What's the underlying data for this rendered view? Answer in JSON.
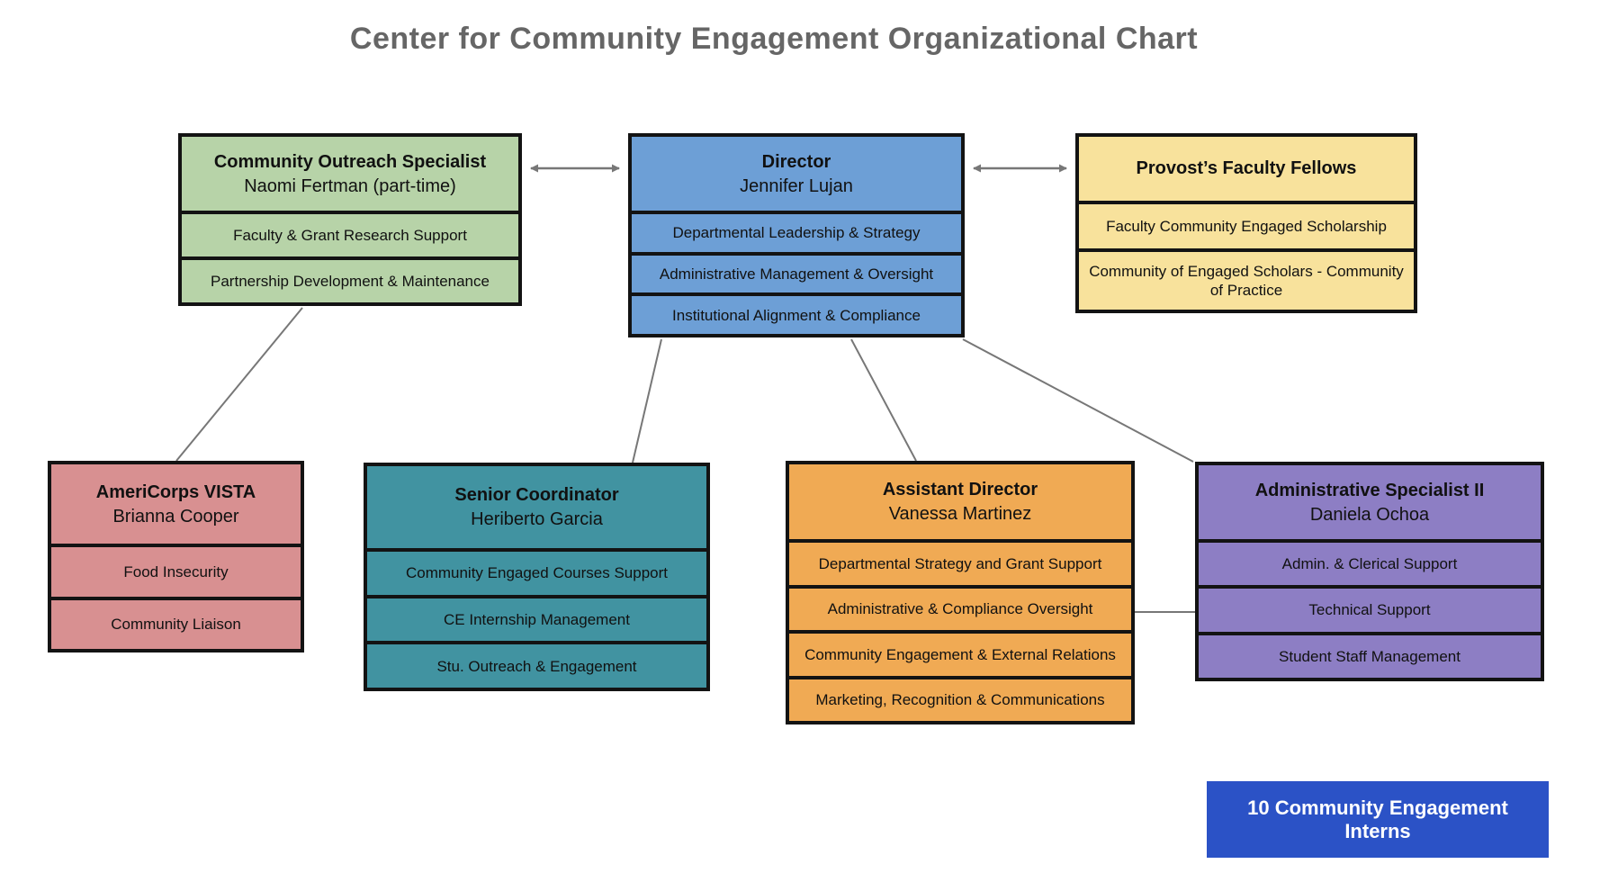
{
  "title": "Center for Community Engagement Organizational Chart",
  "title_color": "#666666",
  "connector_color": "#777777",
  "boxes": [
    {
      "id": "community-outreach-specialist",
      "role": "Community Outreach Specialist",
      "person": "Naomi Fertman (part-time)",
      "color": "#b7d3a8",
      "items": [
        "Faculty & Grant Research Support",
        "Partnership Development & Maintenance"
      ]
    },
    {
      "id": "director",
      "role": "Director",
      "person": "Jennifer Lujan",
      "color": "#6d9fd6",
      "items": [
        "Departmental Leadership & Strategy",
        "Administrative Management & Oversight",
        "Institutional Alignment & Compliance"
      ]
    },
    {
      "id": "provosts-faculty-fellows",
      "role": "Provost’s Faculty Fellows",
      "person": "",
      "color": "#f8e29c",
      "items": [
        "Faculty Community Engaged Scholarship",
        "Community of Engaged Scholars - Community of Practice"
      ]
    },
    {
      "id": "americorps-vista",
      "role": "AmeriCorps VISTA",
      "person": "Brianna Cooper",
      "color": "#d89091",
      "items": [
        "Food Insecurity",
        "Community Liaison"
      ]
    },
    {
      "id": "senior-coordinator",
      "role": "Senior Coordinator",
      "person": "Heriberto Garcia",
      "color": "#4193a1",
      "items": [
        "Community Engaged Courses Support",
        "CE Internship Management",
        "Stu. Outreach & Engagement"
      ]
    },
    {
      "id": "assistant-director",
      "role": "Assistant Director",
      "person": "Vanessa Martinez",
      "color": "#f0aa54",
      "items": [
        "Departmental Strategy and Grant Support",
        "Administrative & Compliance Oversight",
        "Community Engagement & External Relations",
        "Marketing, Recognition & Communications"
      ]
    },
    {
      "id": "administrative-specialist-ii",
      "role": "Administrative Specialist II",
      "person": "Daniela Ochoa",
      "color": "#8d7ec4",
      "items": [
        "Admin. & Clerical Support",
        "Technical Support",
        "Student Staff Management"
      ]
    }
  ],
  "interns_box": {
    "label": "10 Community Engagement Interns",
    "color": "#2b52c6",
    "text_color": "#ffffff"
  }
}
